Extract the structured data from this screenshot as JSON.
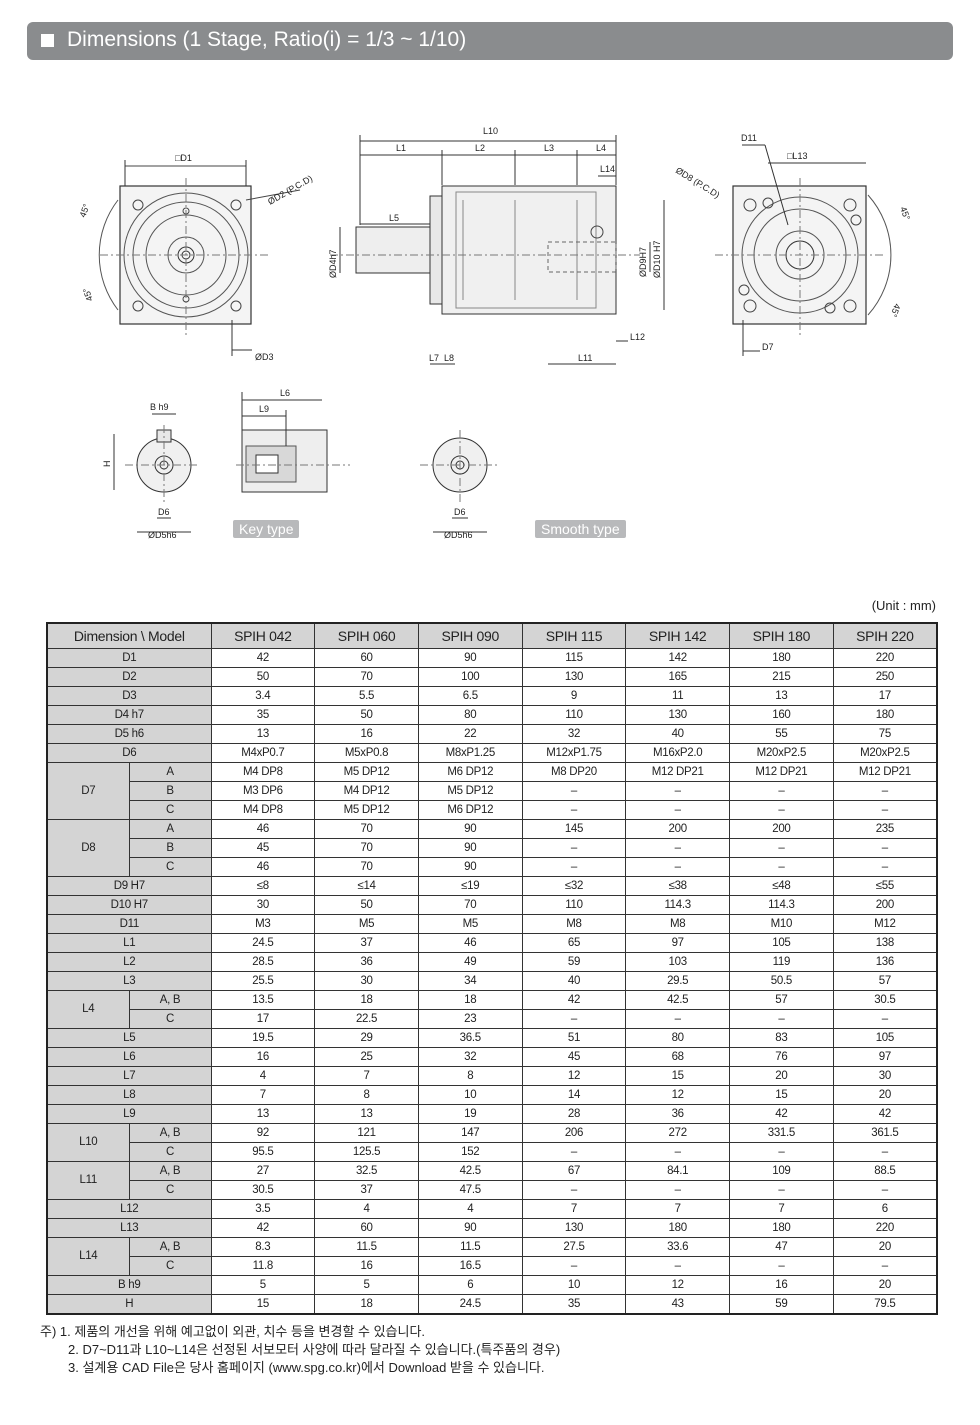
{
  "header": {
    "title": "Dimensions (1 Stage, Ratio(i) = 1/3 ~ 1/10)"
  },
  "drawing": {
    "front_left": {
      "d1": "□D1",
      "d2": "ØD2 (P.C.D)",
      "d3": "ØD3",
      "angle_a": "45°",
      "angle_b": "45°"
    },
    "side": {
      "l10": "L10",
      "l1": "L1",
      "l2": "L2",
      "l3": "L3",
      "l4": "L4",
      "l14": "L14",
      "l5": "L5",
      "d4": "ØD4h7",
      "d9": "ØD9H7",
      "d10": "ØD10 H7",
      "l12": "L12",
      "l7": "L7",
      "l8": "L8",
      "l11": "L11"
    },
    "front_right": {
      "d11": "D11",
      "l13": "□L13",
      "d8": "ØD8 (P.C.D)",
      "d7": "D7",
      "angle_a": "45°",
      "angle_b": "45°"
    },
    "key_type": {
      "b": "B h9",
      "h": "H",
      "d6": "D6",
      "d5": "ØD5h6",
      "l6": "L6",
      "l9": "L9",
      "label": "Key type"
    },
    "smooth_type": {
      "d6": "D6",
      "d5": "ØD5h6",
      "label": "Smooth type"
    }
  },
  "unit_label": "(Unit : mm)",
  "table": {
    "header": [
      "Dimension \\ Model",
      "SPIH 042",
      "SPIH 060",
      "SPIH 090",
      "SPIH 115",
      "SPIH 142",
      "SPIH 180",
      "SPIH 220"
    ],
    "rows": [
      {
        "label": "D1",
        "values": [
          "42",
          "60",
          "90",
          "115",
          "142",
          "180",
          "220"
        ]
      },
      {
        "label": "D2",
        "values": [
          "50",
          "70",
          "100",
          "130",
          "165",
          "215",
          "250"
        ]
      },
      {
        "label": "D3",
        "values": [
          "3.4",
          "5.5",
          "6.5",
          "9",
          "11",
          "13",
          "17"
        ]
      },
      {
        "label": "D4 h7",
        "values": [
          "35",
          "50",
          "80",
          "110",
          "130",
          "160",
          "180"
        ]
      },
      {
        "label": "D5 h6",
        "values": [
          "13",
          "16",
          "22",
          "32",
          "40",
          "55",
          "75"
        ]
      },
      {
        "label": "D6",
        "values": [
          "M4xP0.7",
          "M5xP0.8",
          "M8xP1.25",
          "M12xP1.75",
          "M16xP2.0",
          "M20xP2.5",
          "M20xP2.5"
        ]
      },
      {
        "group": "D7",
        "sub": "A",
        "values": [
          "M4 DP8",
          "M5 DP12",
          "M6 DP12",
          "M8 DP20",
          "M12 DP21",
          "M12 DP21",
          "M12 DP21"
        ]
      },
      {
        "sub": "B",
        "values": [
          "M3 DP6",
          "M4 DP12",
          "M5 DP12",
          "–",
          "–",
          "–",
          "–"
        ]
      },
      {
        "sub": "C",
        "values": [
          "M4 DP8",
          "M5 DP12",
          "M6 DP12",
          "–",
          "–",
          "–",
          "–"
        ]
      },
      {
        "group": "D8",
        "sub": "A",
        "values": [
          "46",
          "70",
          "90",
          "145",
          "200",
          "200",
          "235"
        ]
      },
      {
        "sub": "B",
        "values": [
          "45",
          "70",
          "90",
          "–",
          "–",
          "–",
          "–"
        ]
      },
      {
        "sub": "C",
        "values": [
          "46",
          "70",
          "90",
          "–",
          "–",
          "–",
          "–"
        ]
      },
      {
        "label": "D9 H7",
        "values": [
          "≤8",
          "≤14",
          "≤19",
          "≤32",
          "≤38",
          "≤48",
          "≤55"
        ]
      },
      {
        "label": "D10 H7",
        "values": [
          "30",
          "50",
          "70",
          "110",
          "114.3",
          "114.3",
          "200"
        ]
      },
      {
        "label": "D11",
        "values": [
          "M3",
          "M5",
          "M5",
          "M8",
          "M8",
          "M10",
          "M12"
        ]
      },
      {
        "label": "L1",
        "values": [
          "24.5",
          "37",
          "46",
          "65",
          "97",
          "105",
          "138"
        ]
      },
      {
        "label": "L2",
        "values": [
          "28.5",
          "36",
          "49",
          "59",
          "103",
          "119",
          "136"
        ]
      },
      {
        "label": "L3",
        "values": [
          "25.5",
          "30",
          "34",
          "40",
          "29.5",
          "50.5",
          "57"
        ]
      },
      {
        "group": "L4",
        "sub": "A, B",
        "values": [
          "13.5",
          "18",
          "18",
          "42",
          "42.5",
          "57",
          "30.5"
        ]
      },
      {
        "sub": "C",
        "values": [
          "17",
          "22.5",
          "23",
          "–",
          "–",
          "–",
          "–"
        ]
      },
      {
        "label": "L5",
        "values": [
          "19.5",
          "29",
          "36.5",
          "51",
          "80",
          "83",
          "105"
        ]
      },
      {
        "label": "L6",
        "values": [
          "16",
          "25",
          "32",
          "45",
          "68",
          "76",
          "97"
        ]
      },
      {
        "label": "L7",
        "values": [
          "4",
          "7",
          "8",
          "12",
          "15",
          "20",
          "30"
        ]
      },
      {
        "label": "L8",
        "values": [
          "7",
          "8",
          "10",
          "14",
          "12",
          "15",
          "20"
        ]
      },
      {
        "label": "L9",
        "values": [
          "13",
          "13",
          "19",
          "28",
          "36",
          "42",
          "42"
        ]
      },
      {
        "group": "L10",
        "sub": "A, B",
        "values": [
          "92",
          "121",
          "147",
          "206",
          "272",
          "331.5",
          "361.5"
        ]
      },
      {
        "sub": "C",
        "values": [
          "95.5",
          "125.5",
          "152",
          "–",
          "–",
          "–",
          "–"
        ]
      },
      {
        "group": "L11",
        "sub": "A, B",
        "values": [
          "27",
          "32.5",
          "42.5",
          "67",
          "84.1",
          "109",
          "88.5"
        ]
      },
      {
        "sub": "C",
        "values": [
          "30.5",
          "37",
          "47.5",
          "–",
          "–",
          "–",
          "–"
        ]
      },
      {
        "label": "L12",
        "values": [
          "3.5",
          "4",
          "4",
          "7",
          "7",
          "7",
          "6"
        ]
      },
      {
        "label": "L13",
        "values": [
          "42",
          "60",
          "90",
          "130",
          "180",
          "180",
          "220"
        ]
      },
      {
        "group": "L14",
        "sub": "A, B",
        "values": [
          "8.3",
          "11.5",
          "11.5",
          "27.5",
          "33.6",
          "47",
          "20"
        ]
      },
      {
        "sub": "C",
        "values": [
          "11.8",
          "16",
          "16.5",
          "–",
          "–",
          "–",
          "–"
        ]
      },
      {
        "label": "B h9",
        "values": [
          "5",
          "5",
          "6",
          "10",
          "12",
          "16",
          "20"
        ]
      },
      {
        "label": "H",
        "values": [
          "15",
          "18",
          "24.5",
          "35",
          "43",
          "59",
          "79.5"
        ]
      }
    ]
  },
  "notes": [
    "주) 1. 제품의 개선을 위해 예고없이 외관, 치수 등을 변경할 수 있습니다.",
    "2. D7~D11과 L10~L14은 선정된 서보모터 사양에 따라 달라질 수 있습니다.(특주품의 경우)",
    "3. 설계용 CAD File은 당사 홈페이지 (www.spg.co.kr)에서 Download 받을 수 있습니다."
  ]
}
